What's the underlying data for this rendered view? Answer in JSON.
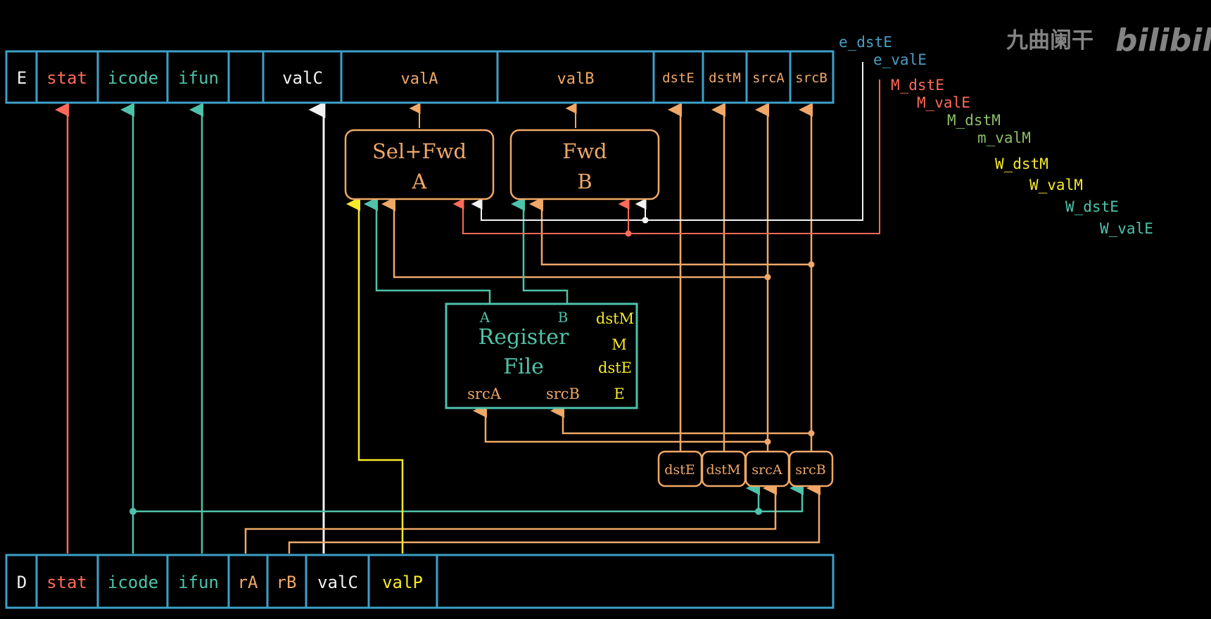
{
  "colors": {
    "background": "#000000",
    "pipeline_border": "#3ea0c8",
    "white": "#f2f2f2",
    "red": "#ff6a5a",
    "teal": "#4ec3aa",
    "orange": "#f0a868",
    "yellow": "#f6ea2a",
    "green": "#8cbf6a",
    "blue": "#4a9ec4",
    "watermark": "#9a9a9a"
  },
  "e_register": {
    "label": "E",
    "fields": [
      "stat",
      "icode",
      "ifun",
      "",
      "valC",
      "valA",
      "valB",
      "dstE",
      "dstM",
      "srcA",
      "srcB"
    ]
  },
  "d_register": {
    "label": "D",
    "fields": [
      "stat",
      "icode",
      "ifun",
      "rA",
      "rB",
      "valC",
      "valP",
      ""
    ]
  },
  "blocks": {
    "sel_fwd_a": {
      "line1": "Sel+Fwd",
      "line2": "A"
    },
    "fwd_b": {
      "line1": "Fwd",
      "line2": "B"
    },
    "register_file": {
      "port_a": "A",
      "port_b": "B",
      "title_line1": "Register",
      "title_line2": "File",
      "dst_m": "dstM",
      "m": "M",
      "dst_e": "dstE",
      "e": "E",
      "src_a": "srcA",
      "src_b": "srcB"
    }
  },
  "decode_boxes": [
    "dstE",
    "dstM",
    "srcA",
    "srcB"
  ],
  "forward_signals": [
    {
      "text": "e_dstE",
      "color": "blue"
    },
    {
      "text": "e_valE",
      "color": "blue"
    },
    {
      "text": "M_dstE",
      "color": "red"
    },
    {
      "text": "M_valE",
      "color": "red"
    },
    {
      "text": "M_dstM",
      "color": "green"
    },
    {
      "text": "m_valM",
      "color": "green"
    },
    {
      "text": "W_dstM",
      "color": "yellow"
    },
    {
      "text": "W_valM",
      "color": "yellow"
    },
    {
      "text": "W_dstE",
      "color": "teal"
    },
    {
      "text": "W_valE",
      "color": "teal"
    }
  ],
  "watermark": {
    "text": "九曲阑干",
    "logo": "bilibili"
  }
}
